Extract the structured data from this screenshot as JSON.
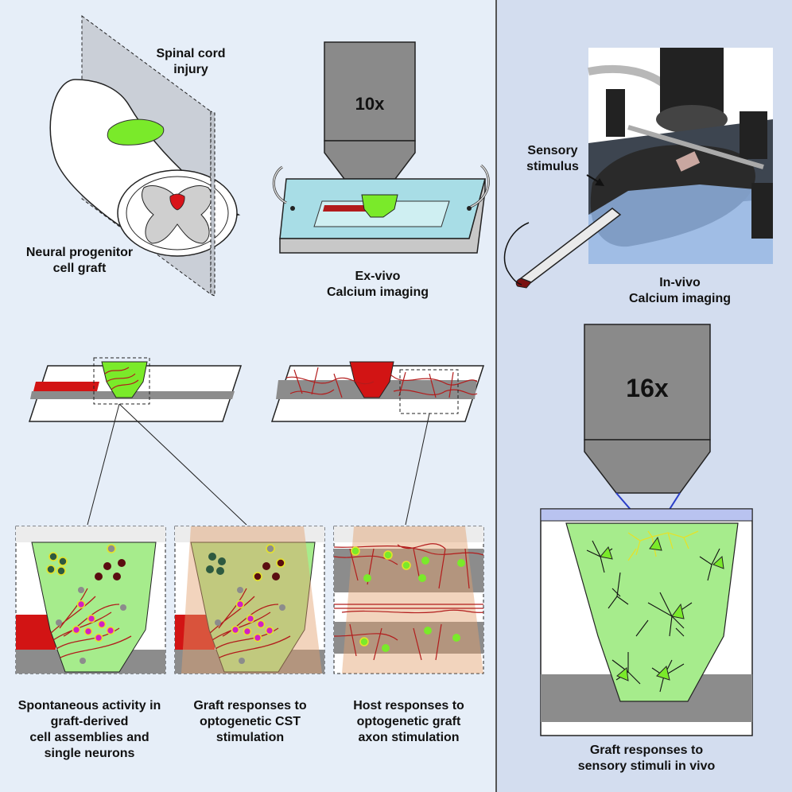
{
  "labels": {
    "spinal_cord_injury": [
      "Spinal cord",
      "injury"
    ],
    "neural_progenitor_graft": [
      "Neural progenitor",
      "cell graft"
    ],
    "ex_vivo_imaging": [
      "Ex-vivo",
      "Calcium imaging"
    ],
    "sensory_stimulus": [
      "Sensory",
      "stimulus"
    ],
    "in_vivo_imaging": [
      "In-vivo",
      "Calcium imaging"
    ],
    "spontaneous_activity": [
      "Spontaneous activity in",
      "graft-derived",
      "cell assemblies and",
      "single neurons"
    ],
    "graft_responses_cst": [
      "Graft responses to",
      "optogenetic CST",
      "stimulation"
    ],
    "host_responses": [
      "Host responses to",
      "optogenetic graft",
      "axon stimulation"
    ],
    "graft_responses_sensory": [
      "Graft responses to",
      "sensory stimuli in vivo"
    ]
  },
  "objectives": {
    "ex_vivo_mag": "10x",
    "in_vivo_mag": "16x"
  },
  "colors": {
    "background_left": "#e6eef8",
    "background_right": "#d3ddef",
    "graft_green": "#7aea2a",
    "light_green": "#a6ec8c",
    "cst_red": "#d21414",
    "white_matter_gray": "#8c8c8c",
    "objective_gray": "#8a8a8a",
    "light_blue_fluid": "#a8dde6",
    "blue_beam": "#6070e0",
    "optogenetic_orange": "#e3a06c",
    "active_neuron_magenta": "#d21fc5",
    "active_cell_yellow_ring": "#e4e22a",
    "inactive_cell_darkred": "#5a0d10",
    "dark_green_cell": "#2e5a40",
    "divider": "#555555"
  }
}
